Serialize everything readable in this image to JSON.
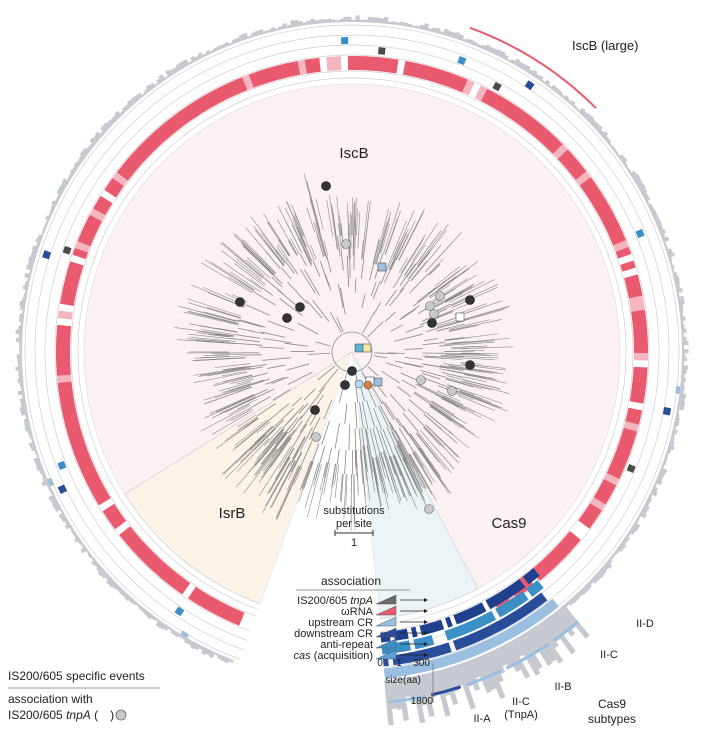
{
  "clades": {
    "iscb": "IscB",
    "isrb": "IsrB",
    "cas9": "Cas9",
    "iscb_large": "IscB (large)"
  },
  "scale": {
    "title_line1": "substitutions",
    "title_line2": "per site",
    "value": "1"
  },
  "legend": {
    "title": "association",
    "rows": [
      {
        "label": "IS200/605 ",
        "label_italic": "tnpA",
        "color": "#6b6b6b"
      },
      {
        "label": "ωRNA",
        "label_italic": "",
        "color": "#ea5a6f"
      },
      {
        "label": "upstream CR",
        "label_italic": "",
        "color": "#9bbfe0"
      },
      {
        "label": "downstream CR",
        "label_italic": "",
        "color": "#2a4d9b"
      },
      {
        "label": "anti-repeat",
        "label_italic": "",
        "color": "#3a8fc6"
      },
      {
        "label": "",
        "label_italic": "cas",
        "label_suffix": " (acquisition)",
        "color": "#5a9fd4"
      }
    ],
    "ramp_min": "0",
    "ramp_max": "1",
    "size_ticks": [
      "300",
      "size(aa)",
      "1800"
    ]
  },
  "subtypes": {
    "title_line1": "Cas9",
    "title_line2": "subtypes",
    "items": [
      {
        "line1": "II-A",
        "line2": ""
      },
      {
        "line1": "II-C",
        "line2": "(TnpA)"
      },
      {
        "line1": "II-B",
        "line2": ""
      },
      {
        "line1": "II-C",
        "line2": ""
      },
      {
        "line1": "II-D",
        "line2": ""
      }
    ]
  },
  "events_legend": {
    "title": "IS200/605 specific events",
    "line1": "association with",
    "line2_prefix": "IS200/605 ",
    "line2_italic": "tnpA",
    "line2_suffix": " (",
    "line2_end": ")"
  },
  "colors": {
    "omega_ring": "#ea5a6f",
    "iscb_wedge": "#fbf0f2",
    "isrb_wedge": "#fbf3e8",
    "cas9_wedge": "#ebf5f8",
    "size_bars": "#c7c9d0",
    "tree": "#8a8a8a",
    "dark_blue": "#1f3f8f",
    "mid_blue": "#3a8fc6",
    "light_blue": "#9bbfe0"
  }
}
